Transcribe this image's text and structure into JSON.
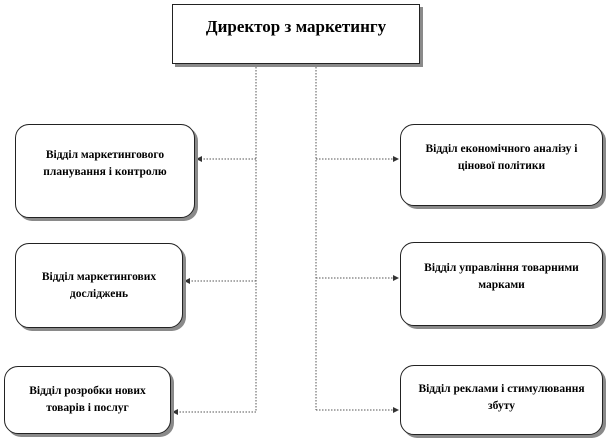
{
  "diagram": {
    "director": {
      "title": "Директор з маркетингу"
    },
    "left_departments": [
      {
        "label": "Відділ маркетингового планування і контролю"
      },
      {
        "label": "Відділ маркетингових досліджень"
      },
      {
        "label": "Відділ розробки нових товарів і послуг"
      }
    ],
    "right_departments": [
      {
        "label": "Відділ економічного аналізу і цінової політики"
      },
      {
        "label": "Відділ управління товарними марками"
      },
      {
        "label": "Відділ реклами і стимулювання збуту"
      }
    ]
  },
  "colors": {
    "line": "#555555",
    "border": "#222222",
    "shadow": "#8a8a8a",
    "background": "#ffffff"
  }
}
